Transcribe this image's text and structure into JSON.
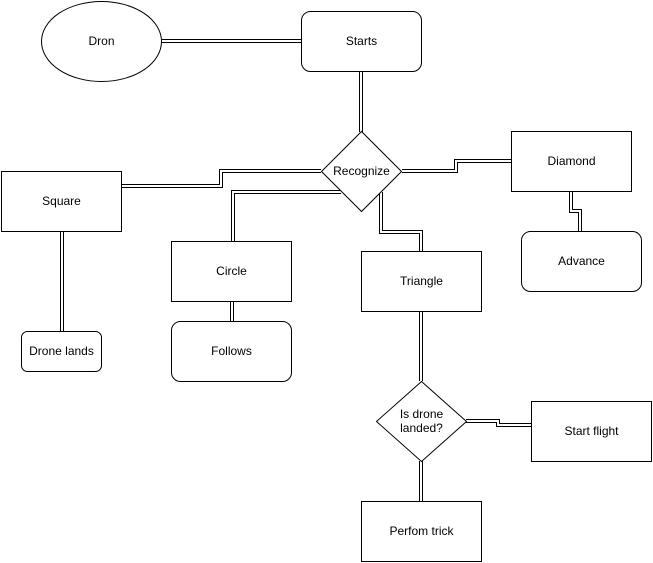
{
  "nodes": {
    "dron": "Dron",
    "starts": "Starts",
    "recognize": "Recognize",
    "square": "Square",
    "diamond": "Diamond",
    "circle": "Circle",
    "triangle": "Triangle",
    "advance": "Advance",
    "drone_lands": "Drone lands",
    "follows": "Follows",
    "is_drone_landed_line1": "Is drone",
    "is_drone_landed_line2": "landed?",
    "start_flight": "Start flight",
    "perform_trick": "Perfom trick"
  }
}
